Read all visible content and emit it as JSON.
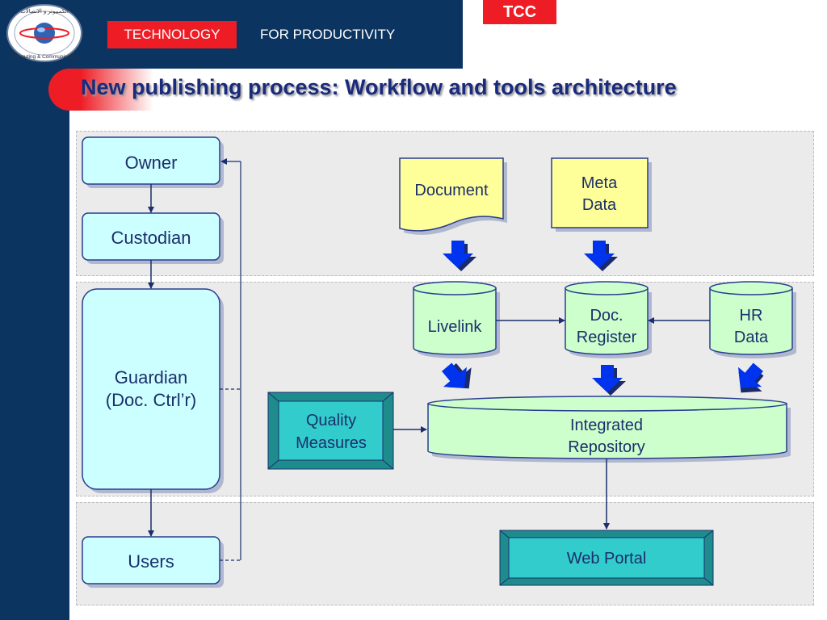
{
  "header": {
    "logo_text_arabic": "الكمبيوتر و الاتصالات",
    "logo_text_english": "Computing & Communication",
    "technology_label": "TECHNOLOGY",
    "productivity_label": "FOR PRODUCTIVITY",
    "tcc_label": "TCC"
  },
  "title": "New publishing process: Workflow and tools architecture",
  "roles": {
    "owner": "Owner",
    "custodian": "Custodian",
    "guardian_line1": "Guardian",
    "guardian_line2": "(Doc. Ctrl’r)",
    "users": "Users"
  },
  "inputs": {
    "document": "Document",
    "meta_line1": "Meta",
    "meta_line2": "Data"
  },
  "stores": {
    "livelink": "Livelink",
    "docreg_line1": "Doc.",
    "docreg_line2": "Register",
    "hr_line1": "HR",
    "hr_line2": "Data"
  },
  "quality": {
    "line1": "Quality",
    "line2": "Measures"
  },
  "repository": {
    "line1": "Integrated",
    "line2": "Repository"
  },
  "portal": "Web Portal",
  "colors": {
    "sidebar": "#0b3560",
    "accent_red": "#ee1d25",
    "title_text": "#1a2a7c",
    "role_box_fill": "#ccffff",
    "store_fill": "#ccffcc",
    "input_fill": "#ffff99",
    "teal_box_fill": "#33cccc",
    "arrow_blue": "#0033ee"
  }
}
